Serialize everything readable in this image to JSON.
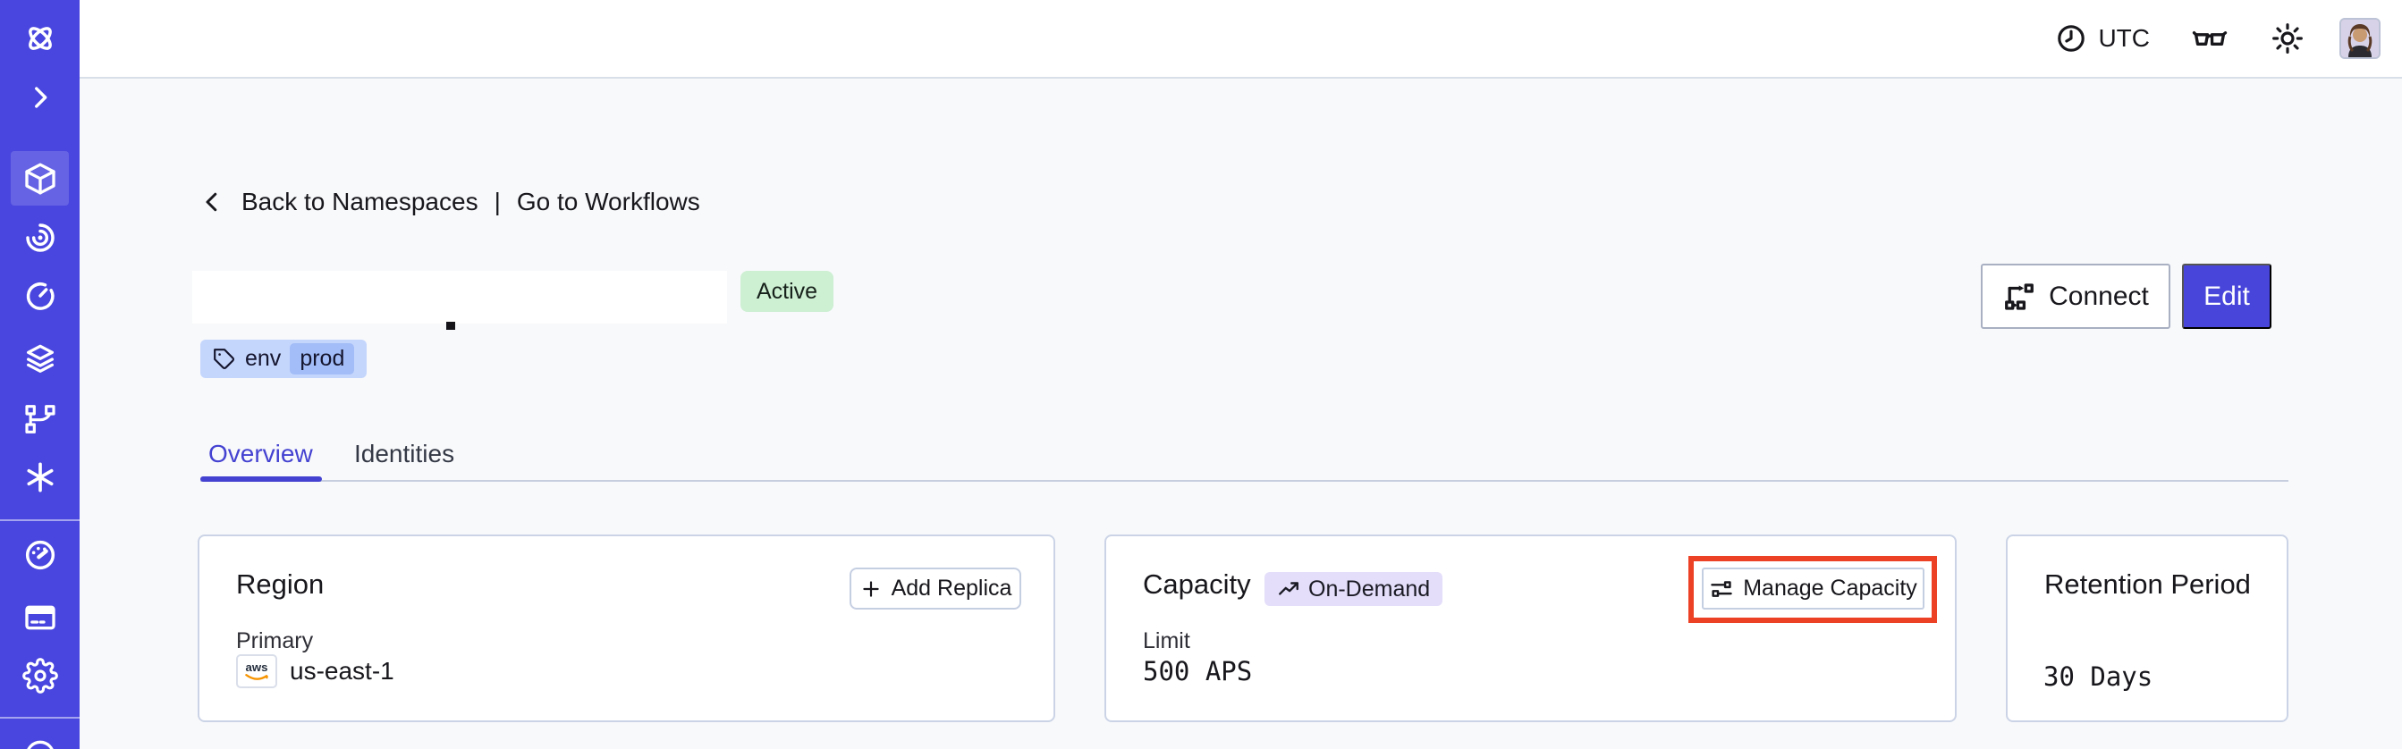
{
  "topbar": {
    "timezone_label": "UTC"
  },
  "sidebar": {
    "items": [
      "temporal-logo",
      "expand",
      "namespaces",
      "workflows",
      "schedules",
      "batch-operations",
      "deployments",
      "nexus",
      "usage",
      "billing",
      "settings",
      "account"
    ],
    "active_item": "namespaces"
  },
  "breadcrumb": {
    "back_label": "Back to Namespaces",
    "separator": "|",
    "workflows_label": "Go to Workflows"
  },
  "namespace_header": {
    "status_badge": "Active",
    "tag": {
      "key": "env",
      "value": "prod"
    },
    "actions": {
      "connect_label": "Connect",
      "edit_label": "Edit"
    }
  },
  "tabs": [
    {
      "label": "Overview",
      "active": true
    },
    {
      "label": "Identities",
      "active": false
    }
  ],
  "cards": {
    "region": {
      "title": "Region",
      "add_replica_label": "Add Replica",
      "primary_label": "Primary",
      "provider_label": "aws",
      "region_value": "us-east-1"
    },
    "capacity": {
      "title": "Capacity",
      "badge": "On-Demand",
      "limit_label": "Limit",
      "limit_value": "500 APS",
      "manage_label": "Manage Capacity"
    },
    "retention": {
      "title": "Retention Period",
      "value": "30 Days"
    }
  },
  "colors": {
    "sidebar": "#4946DF",
    "accent": "#4845DB",
    "annotation_highlight": "#EC4125",
    "active_badge_bg": "#CDEFD2",
    "tag_bg": "#C5D6FC",
    "ondemand_badge_bg": "#E4DEFA"
  }
}
